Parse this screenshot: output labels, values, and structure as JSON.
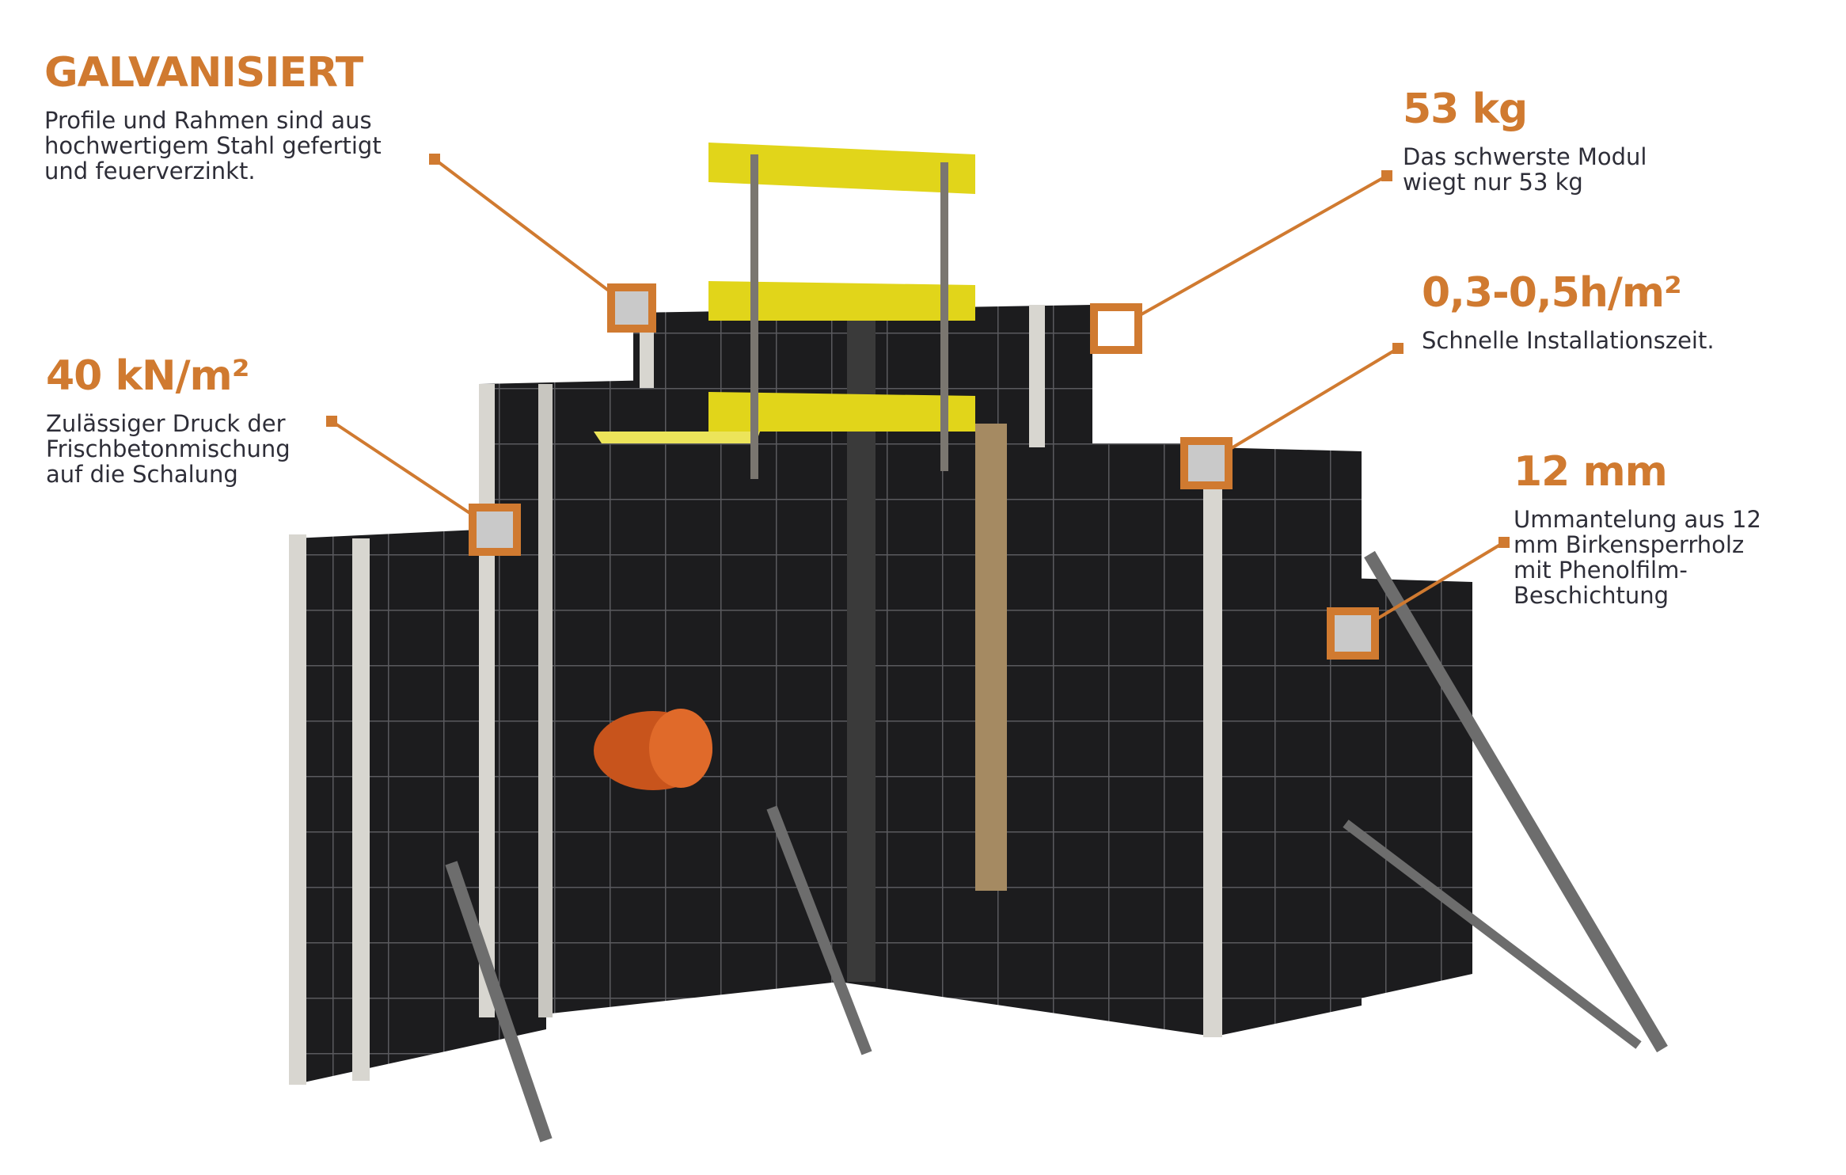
{
  "accent_color": "#d07a30",
  "text_color": "#2e2e38",
  "callouts": [
    {
      "heading": "GALVANISIERT",
      "lines": [
        "Profile und Rahmen sind aus",
        "hochwertigem Stahl gefertigt",
        "und feuerverzinkt."
      ]
    },
    {
      "heading": "40 kN/m²",
      "lines": [
        "Zulässiger Druck der",
        "Frischbetonmischung",
        "auf die Schalung"
      ]
    },
    {
      "heading": "53 kg",
      "lines": [
        "Das schwerste Modul",
        "wiegt nur 53 kg"
      ]
    },
    {
      "heading": "0,3-0,5h/m²",
      "lines": [
        "Schnelle Installationszeit."
      ]
    },
    {
      "heading": "12 mm",
      "lines": [
        "Ummantelung aus 12",
        "mm Birkensperrholz",
        "mit Phenolfilm-",
        "Beschichtung"
      ]
    }
  ]
}
